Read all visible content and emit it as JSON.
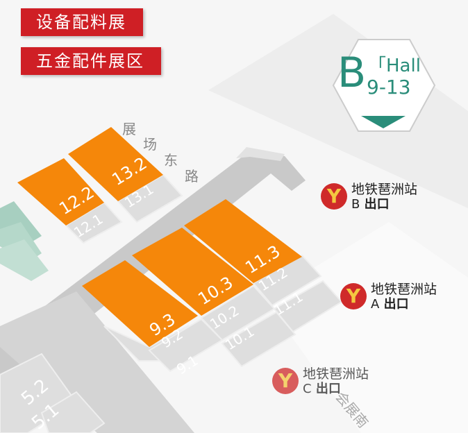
{
  "tags": [
    "设备配料展",
    "五金配件展区"
  ],
  "hall": {
    "letter": "B",
    "line1": "「Hall",
    "line2": "9-13",
    "color": "#2a8d7a"
  },
  "road_east": [
    "展",
    "场",
    "东",
    "路"
  ],
  "road_south": "会展南",
  "halls_orange": [
    "12.2",
    "13.2",
    "9.3",
    "10.3",
    "11.3"
  ],
  "halls_gray": [
    "12.1",
    "13.1",
    "9.2",
    "9.1",
    "10.2",
    "10.1",
    "11.2",
    "11.1",
    "5.2",
    "5.1"
  ],
  "metro": [
    {
      "name": "地铁琶洲站",
      "exit_letter": "B",
      "exit": "出口"
    },
    {
      "name": "地铁琶洲站",
      "exit_letter": "A",
      "exit": "出口"
    },
    {
      "name": "地铁琶洲站",
      "exit_letter": "C",
      "exit": "出口"
    }
  ],
  "colors": {
    "orange": "#f5870a",
    "red": "#cf1f25",
    "teal": "#2a8d7a"
  }
}
